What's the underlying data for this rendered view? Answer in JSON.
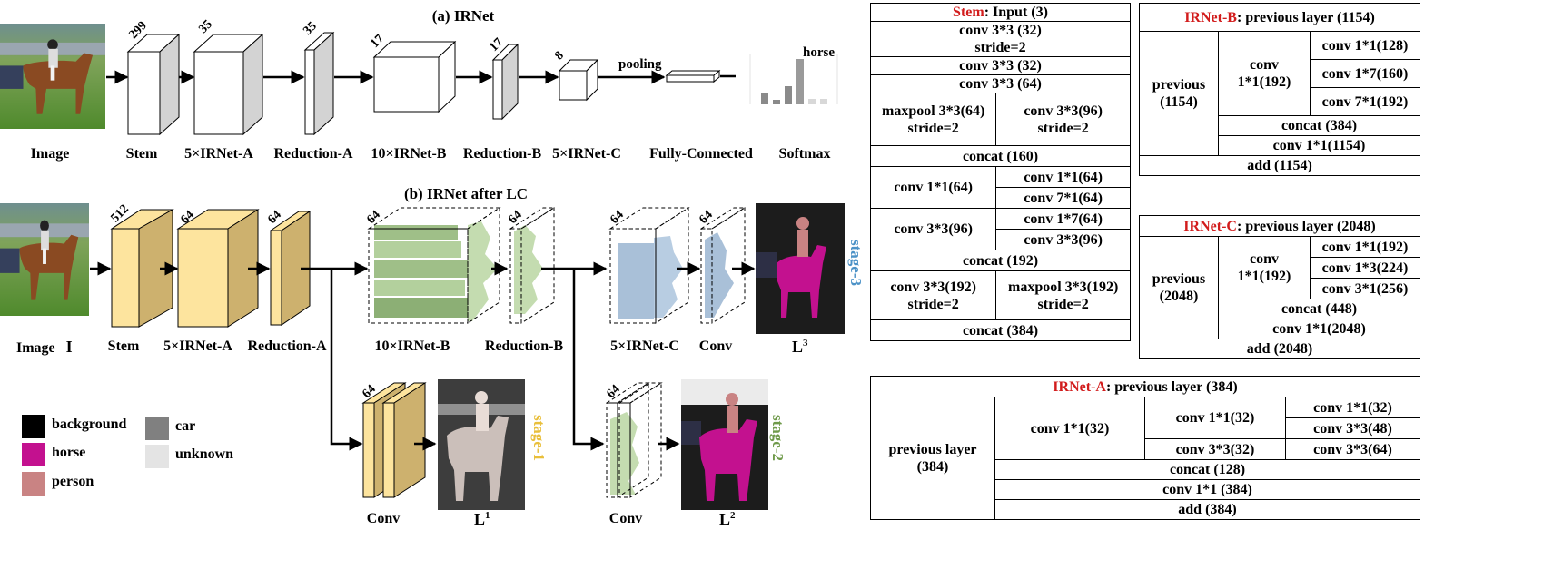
{
  "colors": {
    "stem_red": "#d21c1c",
    "irnet_face": "#ffffff",
    "lc_yellow": "#fde49e",
    "lc_yellow_side": "#cdb16e",
    "green_block": "#9fbf88",
    "blue_block": "#a9c0d8",
    "stage1": "#e9bf3b",
    "stage2": "#6f9a4a",
    "stage3": "#4c92c7"
  },
  "irnet": {
    "title": "(a) IRNet",
    "labels": [
      "Image",
      "Stem",
      "5×IRNet-A",
      "Reduction-A",
      "10×IRNet-B",
      "Reduction-B",
      "5×IRNet-C",
      "Fully-Connected",
      "Softmax"
    ],
    "dims": [
      "299",
      "35",
      "35",
      "17",
      "17",
      "8"
    ],
    "pooling": "pooling",
    "softmax_label": "horse",
    "softmax_bars": [
      0.25,
      0.1,
      0.4,
      1.0,
      0.12,
      0.12
    ]
  },
  "lc": {
    "title": "(b) IRNet after LC",
    "image_label": "Image",
    "image_symbol": "I",
    "labels": [
      "Stem",
      "5×IRNet-A",
      "Reduction-A",
      "10×IRNet-B",
      "Reduction-B",
      "5×IRNet-C",
      "Conv",
      "Conv",
      "Conv"
    ],
    "dims": [
      "512",
      "64",
      "64",
      "64",
      "64",
      "64",
      "64",
      "64",
      "64"
    ],
    "outputs": [
      "L",
      "L",
      "L"
    ],
    "output_sups": [
      "3",
      "1",
      "2"
    ],
    "stages": [
      "stage-3",
      "stage-1",
      "stage-2"
    ]
  },
  "legend": [
    {
      "label": "background",
      "color": "#000000"
    },
    {
      "label": "horse",
      "color": "#c3118f"
    },
    {
      "label": "person",
      "color": "#c98383"
    },
    {
      "label": "car",
      "color": "#808080"
    },
    {
      "label": "unknown",
      "color": "#e4e4e4"
    }
  ],
  "stem_table": {
    "title_red": "Stem",
    "title_rest": ": Input (3)",
    "r1a": "conv 3*3 (32)",
    "r1b": "stride=2",
    "r2": "conv 3*3 (32)",
    "r3": "conv 3*3 (64)",
    "r4l_a": "maxpool 3*3(64)",
    "r4l_b": "stride=2",
    "r4r_a": "conv 3*3(96)",
    "r4r_b": "stride=2",
    "r5": "concat (160)",
    "r6l": "conv 1*1(64)",
    "r6r1": "conv 1*1(64)",
    "r6r2": "conv 7*1(64)",
    "r7l": "conv 3*3(96)",
    "r7r1": "conv 1*7(64)",
    "r7r2": "conv 3*3(96)",
    "r8": "concat (192)",
    "r9l_a": "conv 3*3(192)",
    "r9l_b": "stride=2",
    "r9r_a": "maxpool 3*3(192)",
    "r9r_b": "stride=2",
    "r10": "concat (384)"
  },
  "irnetb_table": {
    "title_red": "IRNet-B",
    "title_rest": ": previous layer (1154)",
    "prev_a": "previous",
    "prev_b": "(1154)",
    "conv_a": "conv",
    "conv_b": "1*1(192)",
    "b1": "conv 1*1(128)",
    "b2": "conv 1*7(160)",
    "b3": "conv 7*1(192)",
    "concat": "concat (384)",
    "conv11": "conv 1*1(1154)",
    "add": "add (1154)"
  },
  "irnetc_table": {
    "title_red": "IRNet-C",
    "title_rest": ": previous layer (2048)",
    "prev_a": "previous",
    "prev_b": "(2048)",
    "conv_a": "conv",
    "conv_b": "1*1(192)",
    "b1": "conv 1*1(192)",
    "b2": "conv 1*3(224)",
    "b3": "conv 3*1(256)",
    "concat": "concat (448)",
    "conv11": "conv 1*1(2048)",
    "add": "add (2048)"
  },
  "irneta_table": {
    "title_red": "IRNet-A",
    "title_rest": ": previous layer (384)",
    "prev_a": "previous layer",
    "prev_b": "(384)",
    "c1": "conv 1*1(32)",
    "c2": "conv 1*1(32)",
    "c3": "conv 3*3(32)",
    "d1": "conv 1*1(32)",
    "d2": "conv 3*3(48)",
    "d3": "conv 3*3(64)",
    "concat": "concat (128)",
    "conv11": "conv 1*1 (384)",
    "add": "add (384)"
  }
}
